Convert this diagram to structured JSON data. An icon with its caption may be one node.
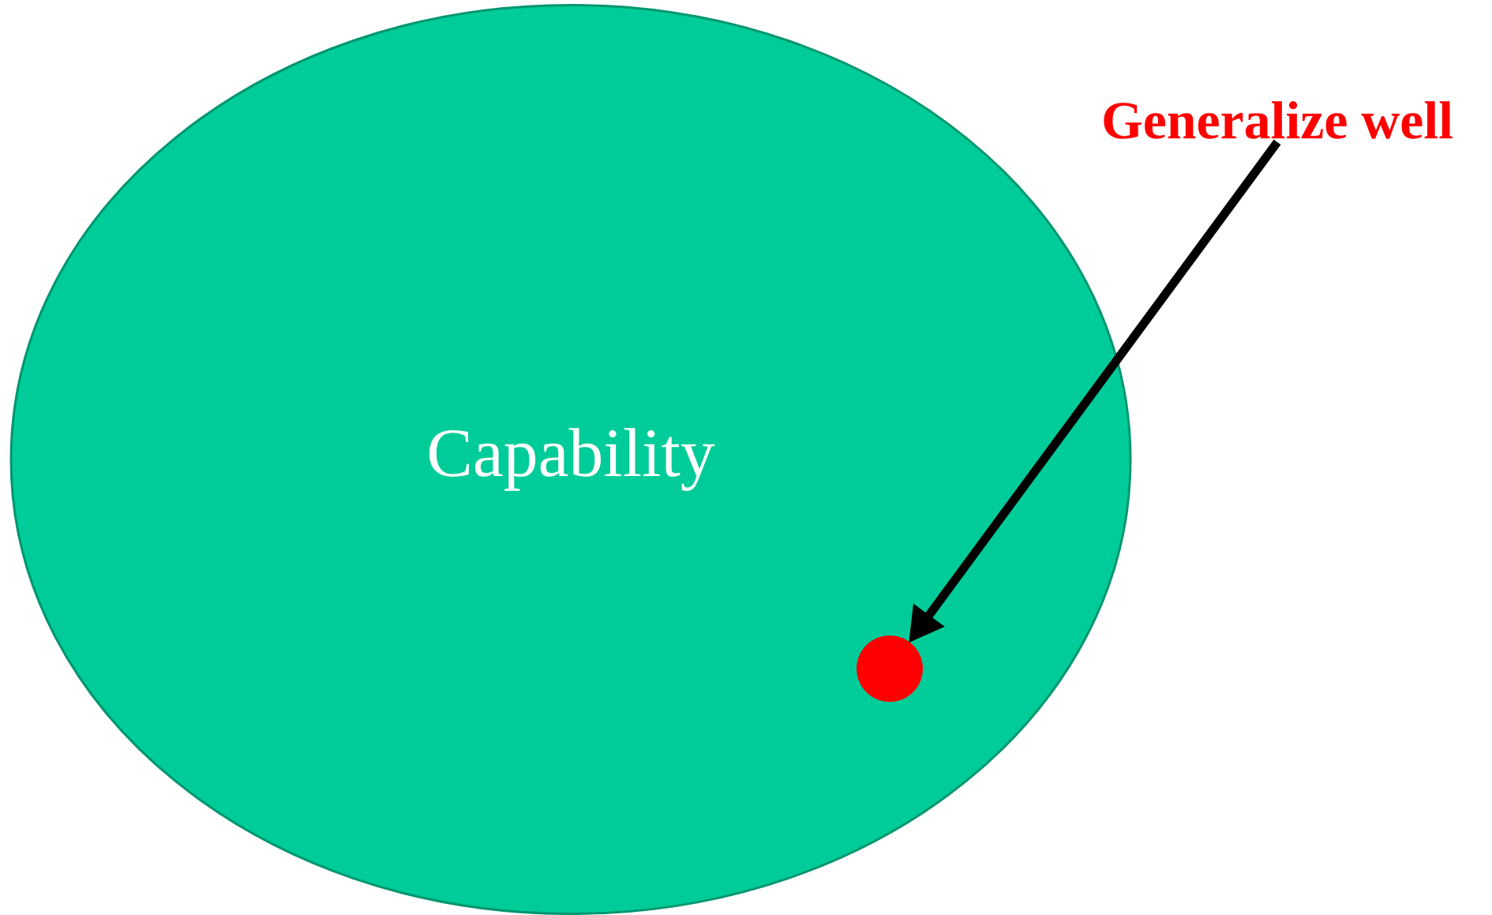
{
  "diagram": {
    "nodes": [
      {
        "text": [
          "Capability"
        ]
      },
      {
        "text": [
          "Generalize well"
        ]
      },
      {
        "text": [],
        "shape": "circle",
        "in": 0
      }
    ],
    "edges": [
      {
        "from": 1,
        "to": 2,
        "arrow": "to"
      }
    ]
  }
}
